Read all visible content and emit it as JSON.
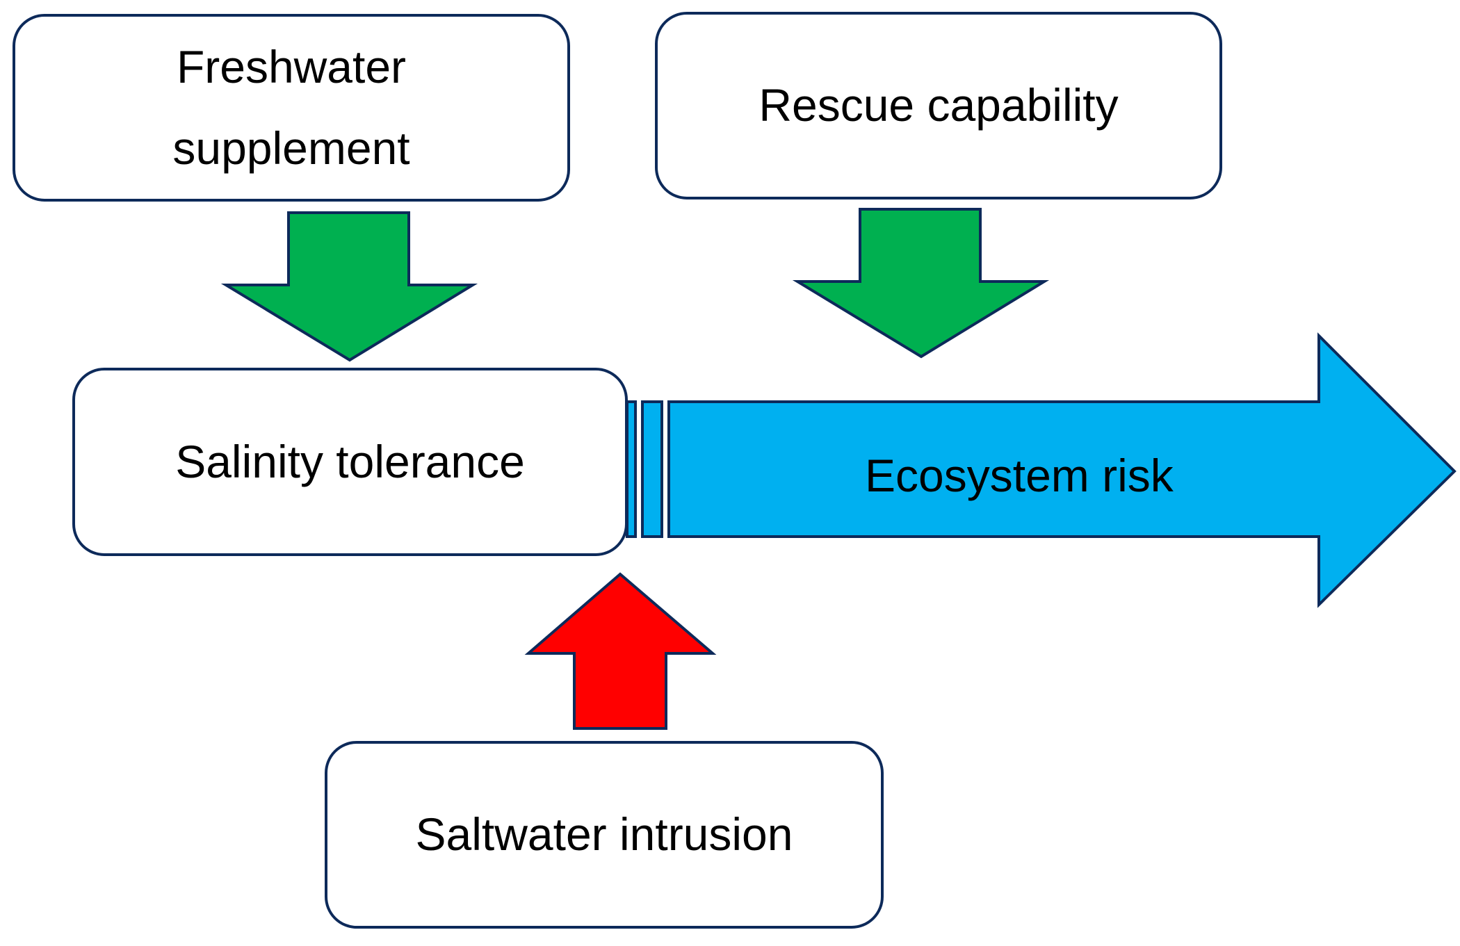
{
  "nodes": {
    "freshwater": {
      "label": "Freshwater\nsupplement"
    },
    "rescue": {
      "label": "Rescue capability"
    },
    "salinity": {
      "label": "Salinity  tolerance"
    },
    "saltwater": {
      "label": "Saltwater intrusion"
    }
  },
  "outcome": {
    "label": "Ecosystem risk"
  },
  "colors": {
    "positive_arrow": "#00b050",
    "negative_arrow": "#ff0000",
    "outcome_arrow": "#00b0f0",
    "outline": "#0d2a5a"
  },
  "influences": [
    {
      "from": "Freshwater supplement",
      "to": "Salinity tolerance",
      "effect": "positive",
      "color": "green"
    },
    {
      "from": "Rescue capability",
      "to": "Ecosystem risk",
      "effect": "positive",
      "color": "green"
    },
    {
      "from": "Saltwater intrusion",
      "to": "Salinity tolerance",
      "effect": "negative",
      "color": "red"
    },
    {
      "from": "Salinity tolerance",
      "to": "Ecosystem risk",
      "color": "blue"
    }
  ]
}
